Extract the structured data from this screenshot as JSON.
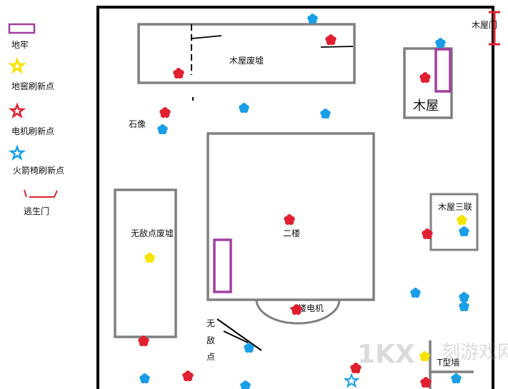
{
  "legend": {
    "dungeon": {
      "label": "地牢",
      "color": "#a040a0"
    },
    "hatch": {
      "label": "地窖刷新点",
      "color": "#f5e400"
    },
    "generator": {
      "label": "电机刷新点",
      "color": "#e02030"
    },
    "rocket_chair": {
      "label": "火箭椅刷新点",
      "color": "#1a9ee8"
    },
    "exit_gate": {
      "label": "逃生门",
      "color": "#e02030"
    }
  },
  "areas": {
    "cabin_ruins": "木屋废墟",
    "cabin": "木屋",
    "cabin_gate": "木屋门",
    "statue": "石像",
    "second_floor": "二楼",
    "no_invincible_ruins": "无敌点废墟",
    "triple_cabin": "木屋三联",
    "first_floor_generator": "一楼电机",
    "invincible_point": [
      "无",
      "敌",
      "点"
    ],
    "t_wall": "T型墙"
  },
  "watermark": {
    "text": "刻游戏网",
    "logo": "1KX"
  },
  "colors": {
    "wall": "#808080",
    "outer": "#000000",
    "red": "#e02030",
    "blue": "#1a9ee8",
    "yellow": "#f5e400",
    "purple": "#a040a0"
  }
}
